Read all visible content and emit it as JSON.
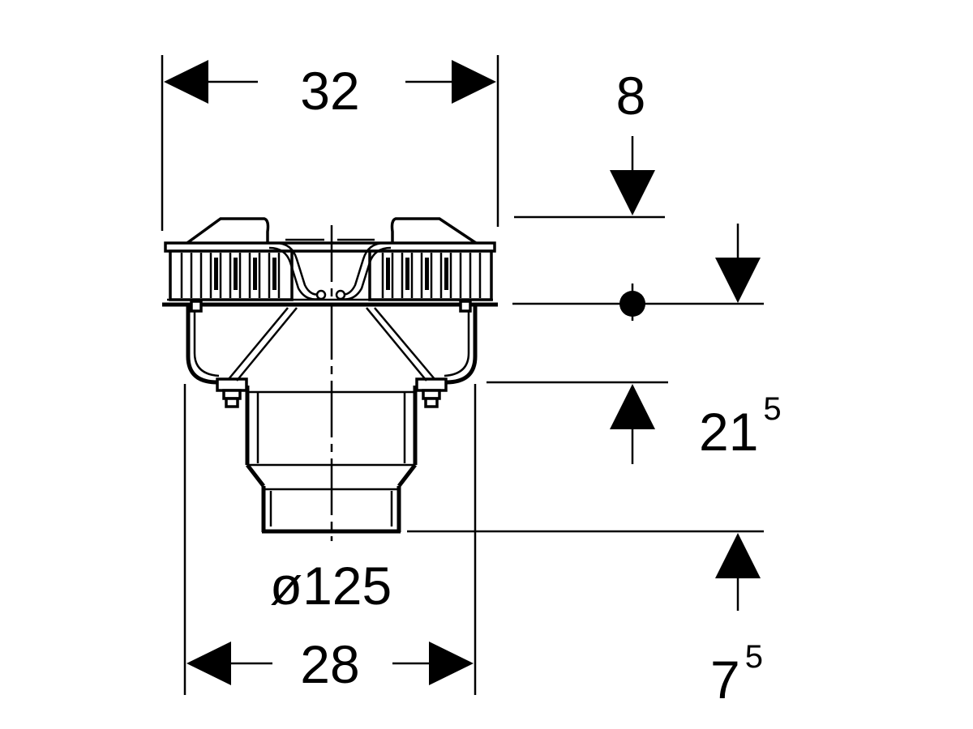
{
  "dimensions": {
    "top_width": "32",
    "top_height": "8",
    "body_height_main": "21",
    "body_height_sup": "5",
    "outlet_height_main": "7",
    "outlet_height_sup": "5",
    "pipe_diameter": "ø125",
    "bottom_width": "28"
  }
}
